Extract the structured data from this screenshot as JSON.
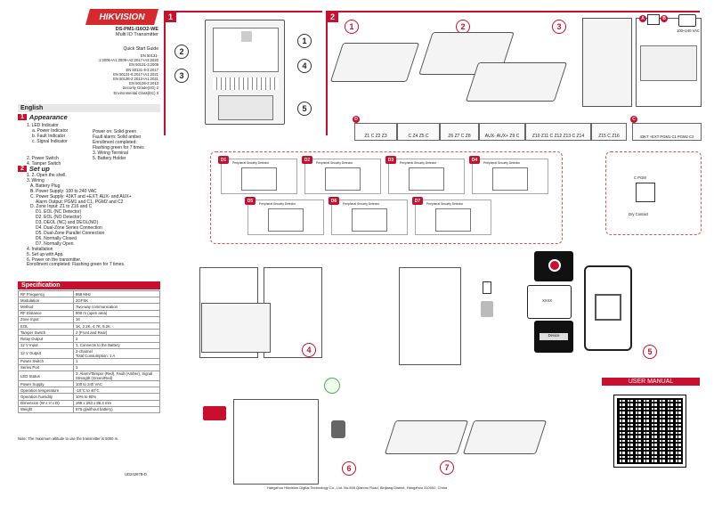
{
  "brand": {
    "name": "HIKVISION",
    "accent": "#c8102e"
  },
  "header": {
    "model": "DS-PM1-I16O2-WE",
    "product": "Multi IO Transmitter",
    "guide": "Quick Start Guide",
    "standards": [
      "EN 50131-1:2006+A1:2009+A2:2017+A3:2020",
      "EN 50131-3:2009",
      "EN 50131-5-3:2017",
      "EN 50131-6:2017+A1:2021",
      "EN 50136-2:2013+A1:2021",
      "EN 50136-2:2013",
      "Security Grade(SG) 2",
      "Environmental Class(EC) II"
    ]
  },
  "language": "English",
  "appearance": {
    "num": "1",
    "title": "Appearance",
    "items": [
      "1. LED Indicator",
      "a. Power Indicator",
      "b. Fault Indicator",
      "c. Signal Indicator",
      "2. Power Switch",
      "4. Tamper Switch"
    ],
    "notes": [
      "Power on: Solid green",
      "Fault alarm: Solid amber",
      "Enrollment completed:",
      "Flashing green for 7 times",
      "3. Wiring Terminal",
      "5. Battery Holder"
    ]
  },
  "setup": {
    "num": "2",
    "title": "Set up",
    "steps": [
      "1. 2. Open the shell.",
      "3. Wiring",
      "A. Battery Plug",
      "B. Power Supply: 100 to 240 VAC",
      "C. Power Supply: 43KT and +EXT; AUX- and AUX+",
      "Alarm Output: PGM1 and C1, PGM2 and C2",
      "D. Zone Input: Z1 to Z16 and C",
      "D1. EOL (NC Detector)",
      "D2. EOL (NO Detector)",
      "D3. DEOL (NC) and DEOL(NO)",
      "D4. Dual-Zone Series Connection",
      "D5. Dual-Zone Parallel Connection",
      "D6. Normally Closed",
      "D7. Normally Open",
      "4. Installation",
      "5. Set up with App.",
      "6. Power on the transmitter.",
      "Enrollment completed: Flashing green for 7 times."
    ]
  },
  "spec": {
    "title": "Specification",
    "rows": [
      [
        "RF Frequency",
        "868 MHz"
      ],
      [
        "Modulation",
        "2GFSK"
      ],
      [
        "Method",
        "Two-way communication"
      ],
      [
        "RF Distance",
        "800 m (open area)"
      ],
      [
        "Zone Input",
        "16"
      ],
      [
        "EOL",
        "1K, 2.2K, 4.7K, 8.2K"
      ],
      [
        "Tamper Switch",
        "2 (Front and Rear)"
      ],
      [
        "Relay Output",
        "2"
      ],
      [
        "12 V Input",
        "1, Connects to the Battery"
      ],
      [
        "12 V Output",
        "2-channel\nTotal Consumption: 1 A"
      ],
      [
        "Power Switch",
        "1"
      ],
      [
        "Series Port",
        "1"
      ],
      [
        "LED Status",
        "3: Alarm/Tamper (Red), Fault (Amber), Signal Strength (Green/Red)"
      ],
      [
        "Power Supply",
        "100 to 240 VAC"
      ],
      [
        "Operation temperature",
        "-10°C to 40°C"
      ],
      [
        "Operation humidity",
        "10% to 90%"
      ],
      [
        "Dimension (W x H x D)",
        "199 x 263 x 86.4 mm"
      ],
      [
        "Weight",
        "875 g(without battery)"
      ]
    ],
    "note": "Note: The maximum altitude to use the transmitter is 5000 m.",
    "doc_id": "UD24267B-D"
  },
  "panel1": {
    "num": "1",
    "callouts": [
      "1",
      "2",
      "3",
      "4",
      "5"
    ]
  },
  "panel2": {
    "num": "2",
    "steps": [
      "1",
      "2",
      "3"
    ],
    "markers": [
      "A",
      "B",
      "C",
      "D"
    ],
    "terminal_d": [
      "Z1 C Z2 Z3",
      "C Z4 Z5 C",
      "Z6 Z7 C Z8",
      "AUX- AUX+ Z9 C",
      "Z10 Z11 C Z12 Z13 C Z14",
      "Z15 C Z16"
    ],
    "terminal_c": "43KT +EXT PGM1 C1 PGM2 C2",
    "power_label": "100~240 VAC",
    "wiring": [
      "D1",
      "D2",
      "D3",
      "D4",
      "D5",
      "D6",
      "D7"
    ],
    "wiring_caption": "Peripheral Security Detector",
    "relay": {
      "label": "C PGM",
      "caption": "Dry Contact"
    }
  },
  "panel_bottom": {
    "steps": [
      "4",
      "5",
      "6",
      "7"
    ],
    "app_label": "Device",
    "xxxx": "XXXX"
  },
  "manual": {
    "title": "USER MANUAL"
  },
  "footer": "Hangzhou Hikvision Digital Technology Co., Ltd. No.555 Qianmo Road, Binjiang District, Hangzhou 310052, China"
}
